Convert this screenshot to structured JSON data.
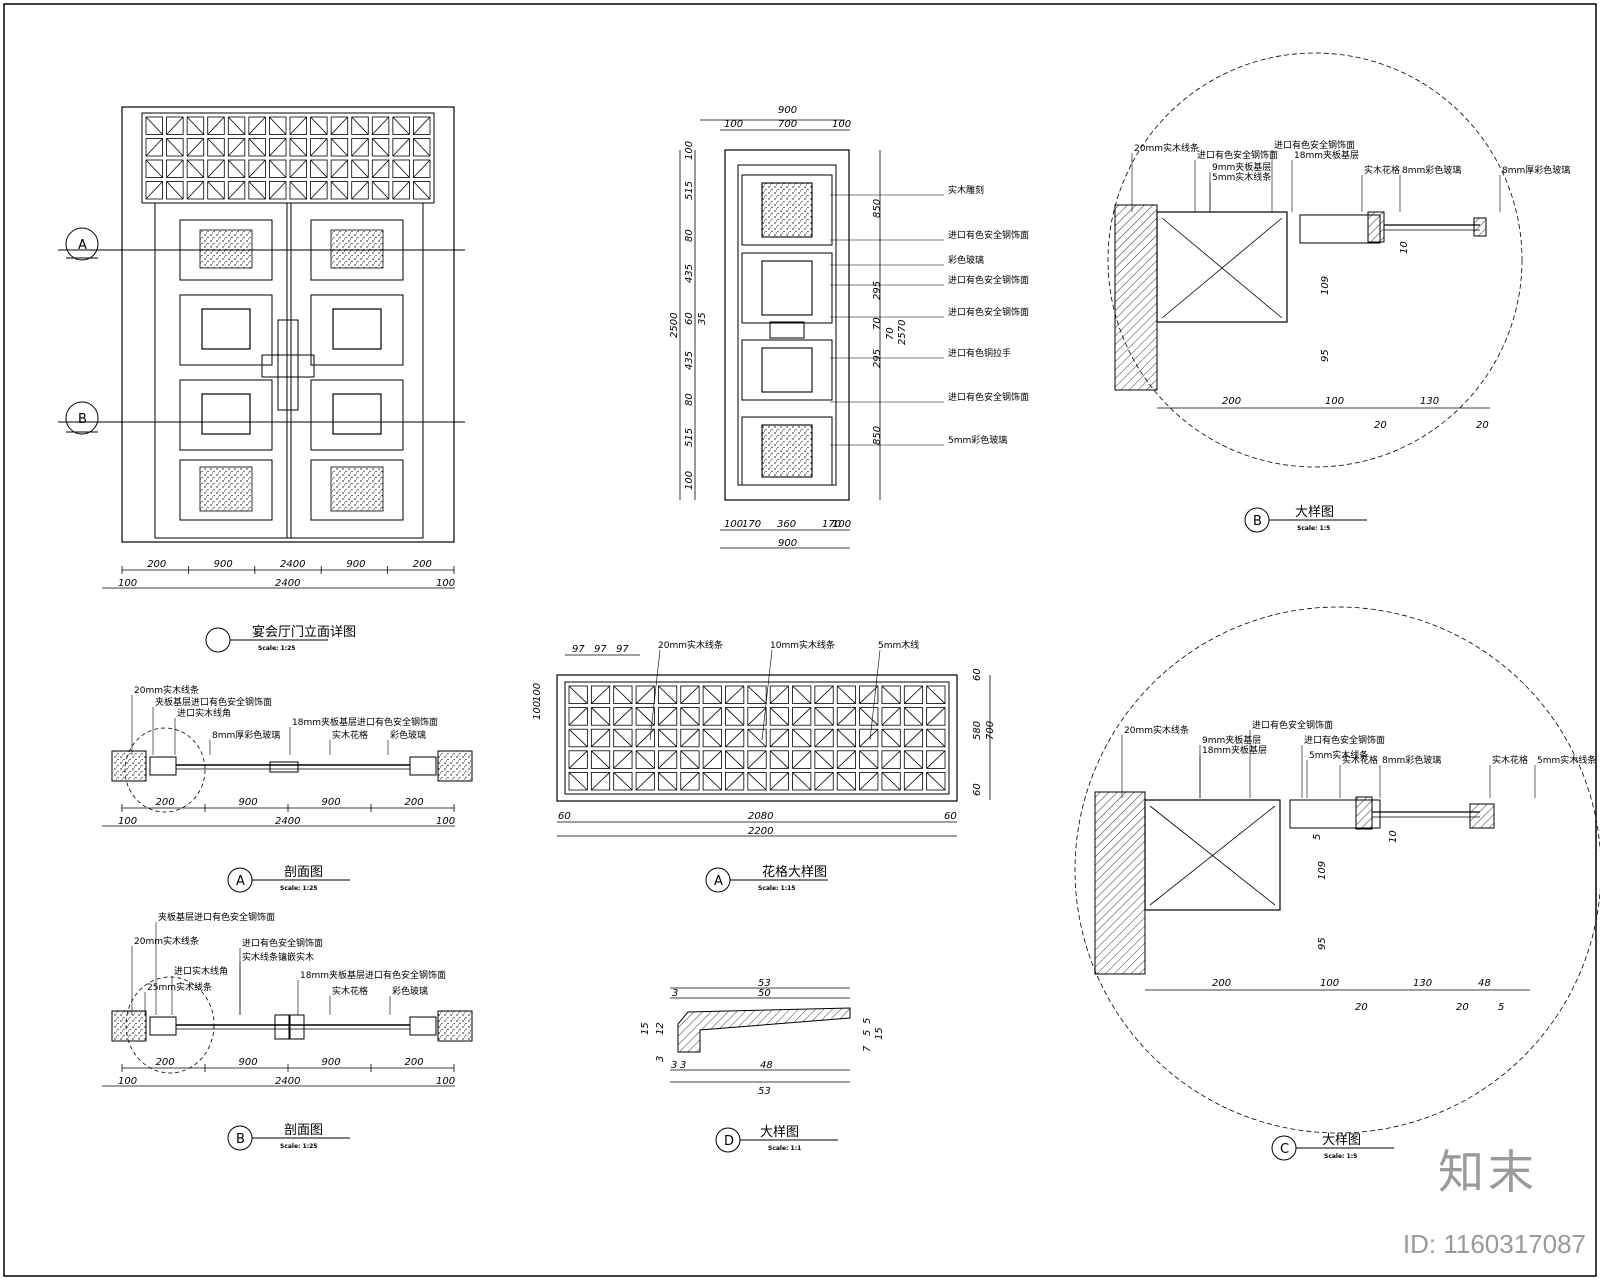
{
  "views": {
    "elevation": {
      "title": "宴会厅门立面详图",
      "scale": "Scale: 1:25",
      "bubble_a": "A",
      "bubble_b": "B",
      "dims_top": [
        "200",
        "900",
        "2400",
        "900",
        "200"
      ],
      "dims_bottom": [
        "100",
        "2400",
        "100"
      ]
    },
    "door_leaf": {
      "top_dims": [
        "900",
        "100",
        "700",
        "100"
      ],
      "bottom_dims": [
        "100",
        "170",
        "360",
        "170",
        "100",
        "900"
      ],
      "left_dims": [
        "100",
        "515",
        "80",
        "435",
        "60",
        "35",
        "435",
        "80",
        "515",
        "100",
        "2500"
      ],
      "right_dims": [
        "850",
        "295",
        "70",
        "70",
        "2570",
        "295",
        "850"
      ],
      "labels": [
        "实木雕刻",
        "进口有色安全钢饰面",
        "彩色玻璃",
        "进口有色安全钢饰面",
        "进口有色安全钢饰面",
        "进口有色铜拉手",
        "进口有色安全钢饰面",
        "5mm彩色玻璃"
      ]
    },
    "section_a": {
      "bubble": "A",
      "title": "剖面图",
      "scale": "Scale: 1:25",
      "dims_top": [
        "200",
        "900",
        "900",
        "200"
      ],
      "dims_bottom": [
        "100",
        "2400",
        "100"
      ],
      "labels": [
        "20mm实木线条",
        "夹板基层进口有色安全钢饰面",
        "进口实木线角",
        "18mm夹板基层进口有色安全钢饰面",
        "8mm厚彩色玻璃",
        "实木花格",
        "彩色玻璃"
      ]
    },
    "section_b": {
      "bubble": "B",
      "title": "剖面图",
      "scale": "Scale: 1:25",
      "dims_top": [
        "200",
        "900",
        "900",
        "200"
      ],
      "dims_bottom": [
        "100",
        "2400",
        "100"
      ],
      "labels": [
        "夹板基层进口有色安全钢饰面",
        "20mm实木线条",
        "进口有色安全钢饰面",
        "实木线条镶嵌实木",
        "进口实木线角",
        "18mm夹板基层进口有色安全钢饰面",
        "25mm实木线条",
        "实木花格",
        "彩色玻璃"
      ]
    },
    "lattice": {
      "bubble": "A",
      "title": "花格大样图",
      "scale": "Scale: 1:15",
      "top_dims": [
        "97",
        "97",
        "97"
      ],
      "left_dims": [
        "100",
        "100"
      ],
      "right_dims": [
        "60",
        "580",
        "700",
        "60"
      ],
      "bottom_dims": [
        "60",
        "2080",
        "60",
        "2200"
      ],
      "labels": [
        "20mm实木线条",
        "10mm实木线条",
        "5mm木线"
      ]
    },
    "detail_d": {
      "bubble": "D",
      "title": "大样图",
      "scale": "Scale: 1:1",
      "top_dims": [
        "53",
        "3",
        "50"
      ],
      "bottom_dims": [
        "3",
        "3",
        "48",
        "53"
      ],
      "left_dims": [
        "12",
        "15",
        "3"
      ],
      "right_dims": [
        "5",
        "5",
        "7",
        "15"
      ]
    },
    "detail_b": {
      "bubble": "B",
      "title": "大样图",
      "scale": "Scale: 1:5",
      "dims_bottom": [
        "200",
        "100",
        "130",
        "20",
        "20"
      ],
      "dims_side": [
        "109",
        "95",
        "10"
      ],
      "labels": [
        "20mm实木线条",
        "进口有色安全钢饰面",
        "9mm夹板基层",
        "5mm实木线条",
        "进口有色安全钢饰面",
        "18mm夹板基层",
        "实木花格",
        "8mm彩色玻璃",
        "8mm厚彩色玻璃"
      ]
    },
    "detail_c": {
      "bubble": "C",
      "title": "大样图",
      "scale": "Scale: 1:5",
      "dims_bottom": [
        "200",
        "100",
        "130",
        "48",
        "20",
        "20",
        "5"
      ],
      "dims_side": [
        "109",
        "95",
        "10",
        "5"
      ],
      "labels": [
        "20mm实木线条",
        "进口有色安全钢饰面",
        "9mm夹板基层",
        "18mm夹板基层",
        "进口有色安全钢饰面",
        "5mm实木线条",
        "实木花格",
        "8mm彩色玻璃",
        "实木花格",
        "5mm实木线条"
      ]
    }
  },
  "watermark": {
    "logo": "知末",
    "id": "ID: 1160317087"
  }
}
